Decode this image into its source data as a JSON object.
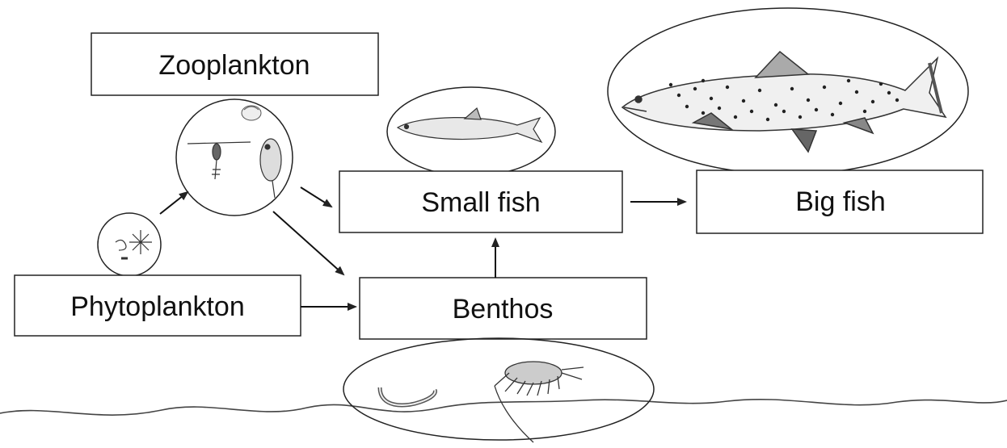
{
  "nodes": {
    "zooplankton": "Zooplankton",
    "phytoplankton": "Phytoplankton",
    "small_fish": "Small fish",
    "benthos": "Benthos",
    "big_fish": "Big fish"
  },
  "edges": [
    {
      "from": "phytoplankton",
      "to": "zooplankton"
    },
    {
      "from": "zooplankton",
      "to": "small_fish"
    },
    {
      "from": "zooplankton",
      "to": "benthos"
    },
    {
      "from": "phytoplankton",
      "to": "benthos"
    },
    {
      "from": "benthos",
      "to": "small_fish"
    },
    {
      "from": "small_fish",
      "to": "big_fish"
    }
  ],
  "colors": {
    "stroke": "#222222",
    "fill": "#ffffff",
    "text": "#111111"
  }
}
